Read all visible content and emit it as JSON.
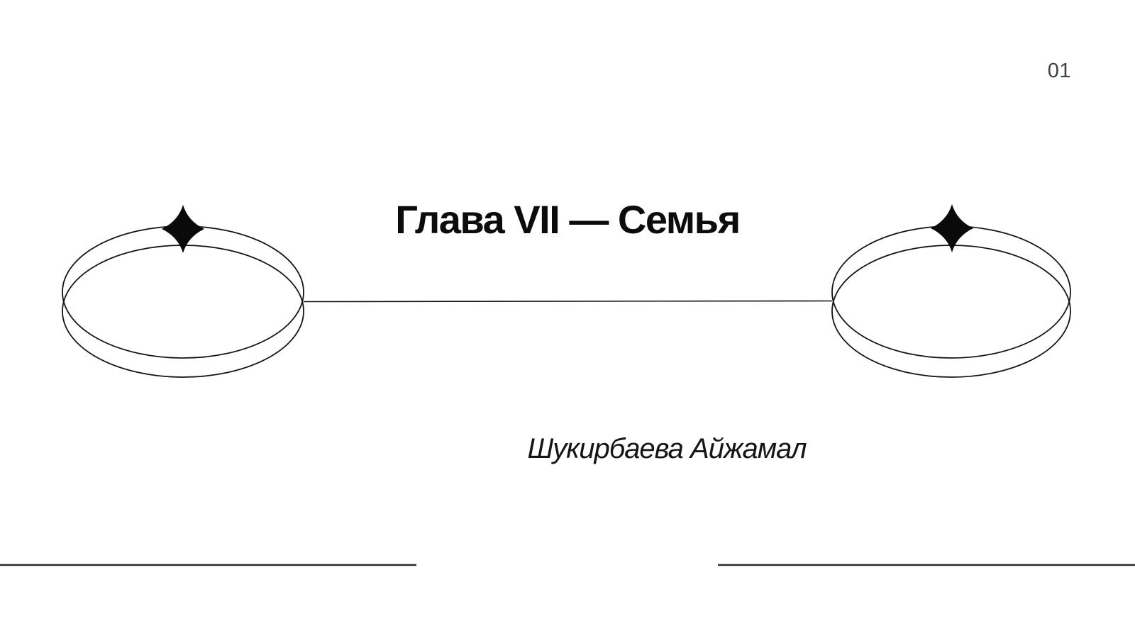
{
  "page": {
    "number": "01",
    "number_color": "#3d4045",
    "background_color": "#ffffff"
  },
  "title": {
    "text": "Глава VII — Семья",
    "color": "#0c0c0c"
  },
  "author": {
    "text": "Шукирбаева Айжамал",
    "color": "#151515"
  },
  "graphic": {
    "left_sparkle_icon": "four-point-sparkle",
    "right_sparkle_icon": "four-point-sparkle",
    "stroke_color": "#141414",
    "sparkle_fill": "#0a0a0a",
    "footer_rule_color": "#2a2a2a"
  }
}
